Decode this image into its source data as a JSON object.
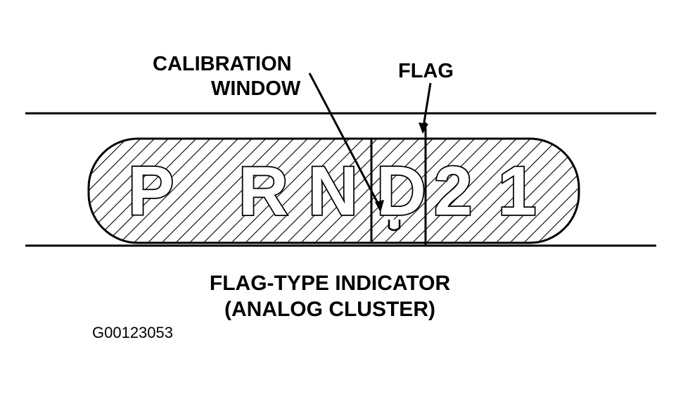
{
  "callouts": {
    "calibration_window_line1": "CALIBRATION",
    "calibration_window_line2": "WINDOW",
    "flag": "FLAG"
  },
  "gear_positions": [
    "P",
    "R",
    "N",
    "D",
    "2",
    "1"
  ],
  "caption": {
    "line1": "FLAG-TYPE INDICATOR",
    "line2": "(ANALOG CLUSTER)"
  },
  "figure_id": "G00123053"
}
